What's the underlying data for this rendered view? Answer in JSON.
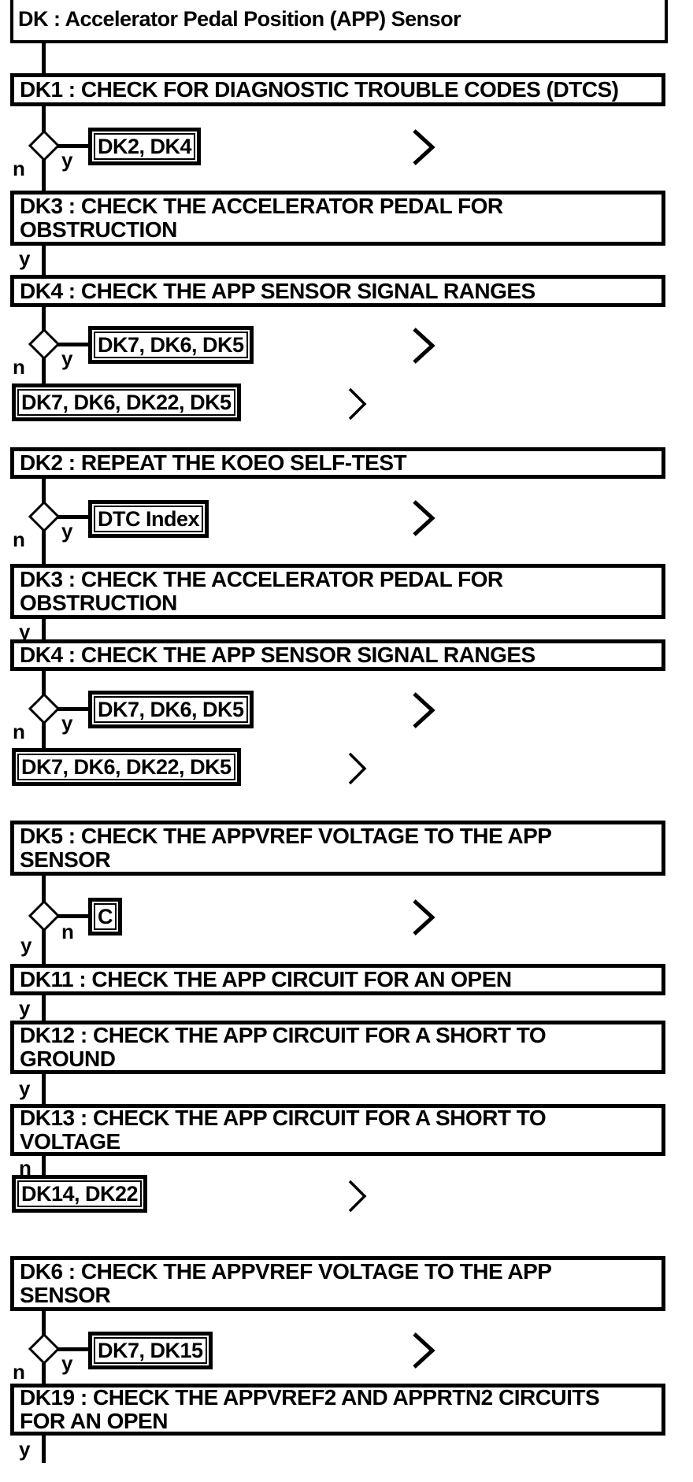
{
  "title": "DK : Accelerator Pedal Position (APP) Sensor",
  "branch": {
    "yes": "y",
    "no": "n"
  },
  "steps": {
    "dk1": "DK1 : CHECK FOR DIAGNOSTIC TROUBLE CODES (DTCS)",
    "dk3": "DK3 : CHECK THE ACCELERATOR PEDAL FOR\nOBSTRUCTION",
    "dk4": "DK4 : CHECK THE APP SENSOR SIGNAL RANGES",
    "dk2": "DK2 : REPEAT THE KOEO SELF-TEST",
    "dk5": "DK5 : CHECK THE APPVREF VOLTAGE TO THE APP\nSENSOR",
    "dk11": "DK11 : CHECK THE APP CIRCUIT FOR AN OPEN",
    "dk12": "DK12 : CHECK THE APP CIRCUIT FOR A SHORT TO\nGROUND",
    "dk13": "DK13 : CHECK THE APP CIRCUIT FOR A SHORT TO\nVOLTAGE",
    "dk6": "DK6 : CHECK THE APPVREF VOLTAGE TO THE APP\nSENSOR",
    "dk19": "DK19 : CHECK THE APPVREF2 AND APPRTN2 CIRCUITS\nFOR AN OPEN"
  },
  "results": {
    "dk2_dk4": "DK2, DK4",
    "dk7_dk6_dk5": "DK7, DK6, DK5",
    "dk7_dk6_dk22_dk5": "DK7, DK6, DK22, DK5",
    "dtc_index": "DTC Index",
    "c": "C",
    "dk14_dk22": "DK14, DK22",
    "dk7_dk15": "DK7, DK15"
  },
  "colors": {
    "line": "#000000",
    "background": "#ffffff"
  }
}
